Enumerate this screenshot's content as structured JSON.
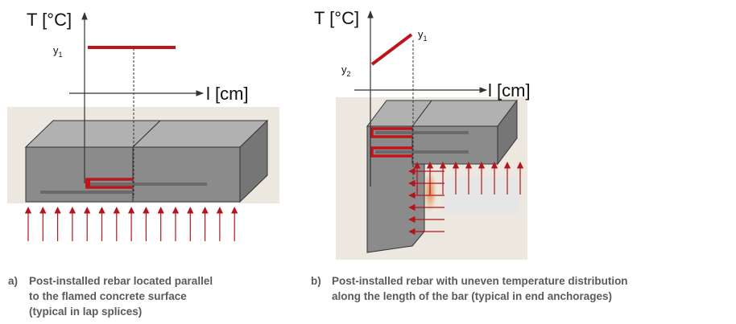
{
  "colors": {
    "rebar": "#c0141c",
    "arrow": "#b4141c",
    "concrete_front": "#8a8a8a",
    "concrete_top": "#b4b4b4",
    "background_panel": "#ece8df"
  },
  "panel_a": {
    "y_axis_label": "T [°C]",
    "x_axis_label": "l [cm]",
    "y1_base": "y",
    "y1_sub": "1",
    "caption_letter": "a)",
    "caption_lines": [
      "Post-installed rebar located parallel",
      "to the flamed concrete surface",
      "(typical in lap splices)"
    ]
  },
  "panel_b": {
    "y_axis_label": "T [°C]",
    "x_axis_label": "l [cm]",
    "y1_base": "y",
    "y1_sub": "1",
    "y2_base": "y",
    "y2_sub": "2",
    "caption_letter": "b)",
    "caption_lines": [
      "Post-installed rebar with uneven temperature distribution",
      "along the length of the bar (typical in end anchorages)"
    ]
  }
}
